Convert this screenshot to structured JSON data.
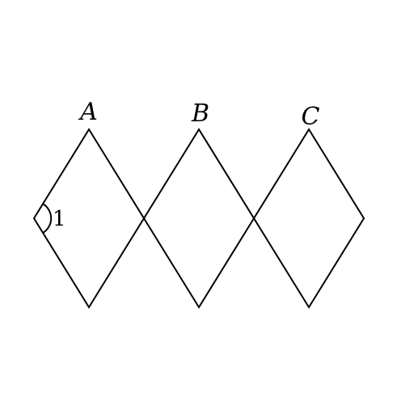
{
  "diagram": {
    "vertex_labels": {
      "a": "A",
      "b": "B",
      "c": "C"
    },
    "angle_label": "1",
    "line_color": "#000000",
    "background_color": "#ffffff"
  }
}
